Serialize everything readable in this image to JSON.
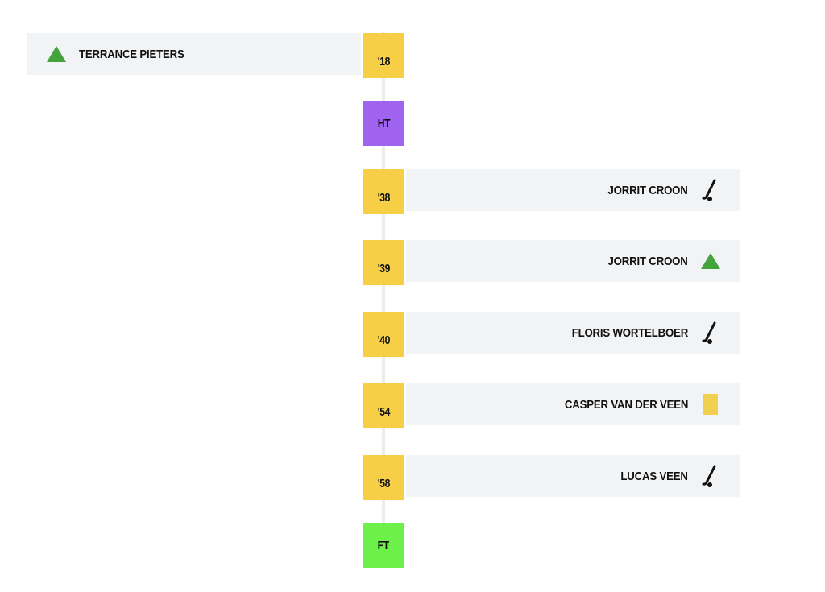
{
  "colors": {
    "minute_box": "#f7cf47",
    "half_time": "#9f63f0",
    "full_time": "#6ef04a",
    "bar_bg": "#f2f3f4",
    "triangle": "#44a33c",
    "yellow_card": "#f2d04f"
  },
  "events": [
    {
      "minute": "'18",
      "side": "left",
      "player": "TERRANCE PIETERS",
      "icon": "green-triangle-icon"
    },
    {
      "minute": "HT",
      "side": "none",
      "player": "",
      "icon": ""
    },
    {
      "minute": "'38",
      "side": "right",
      "player": "JORRIT CROON",
      "icon": "hockey-stick-icon"
    },
    {
      "minute": "'39",
      "side": "right",
      "player": "JORRIT CROON",
      "icon": "green-triangle-icon"
    },
    {
      "minute": "'40",
      "side": "right",
      "player": "FLORIS WORTELBOER",
      "icon": "hockey-stick-icon"
    },
    {
      "minute": "'54",
      "side": "right",
      "player": "CASPER VAN DER VEEN",
      "icon": "yellow-card-icon"
    },
    {
      "minute": "'58",
      "side": "right",
      "player": "LUCAS VEEN",
      "icon": "hockey-stick-icon"
    },
    {
      "minute": "FT",
      "side": "none",
      "player": "",
      "icon": ""
    }
  ]
}
